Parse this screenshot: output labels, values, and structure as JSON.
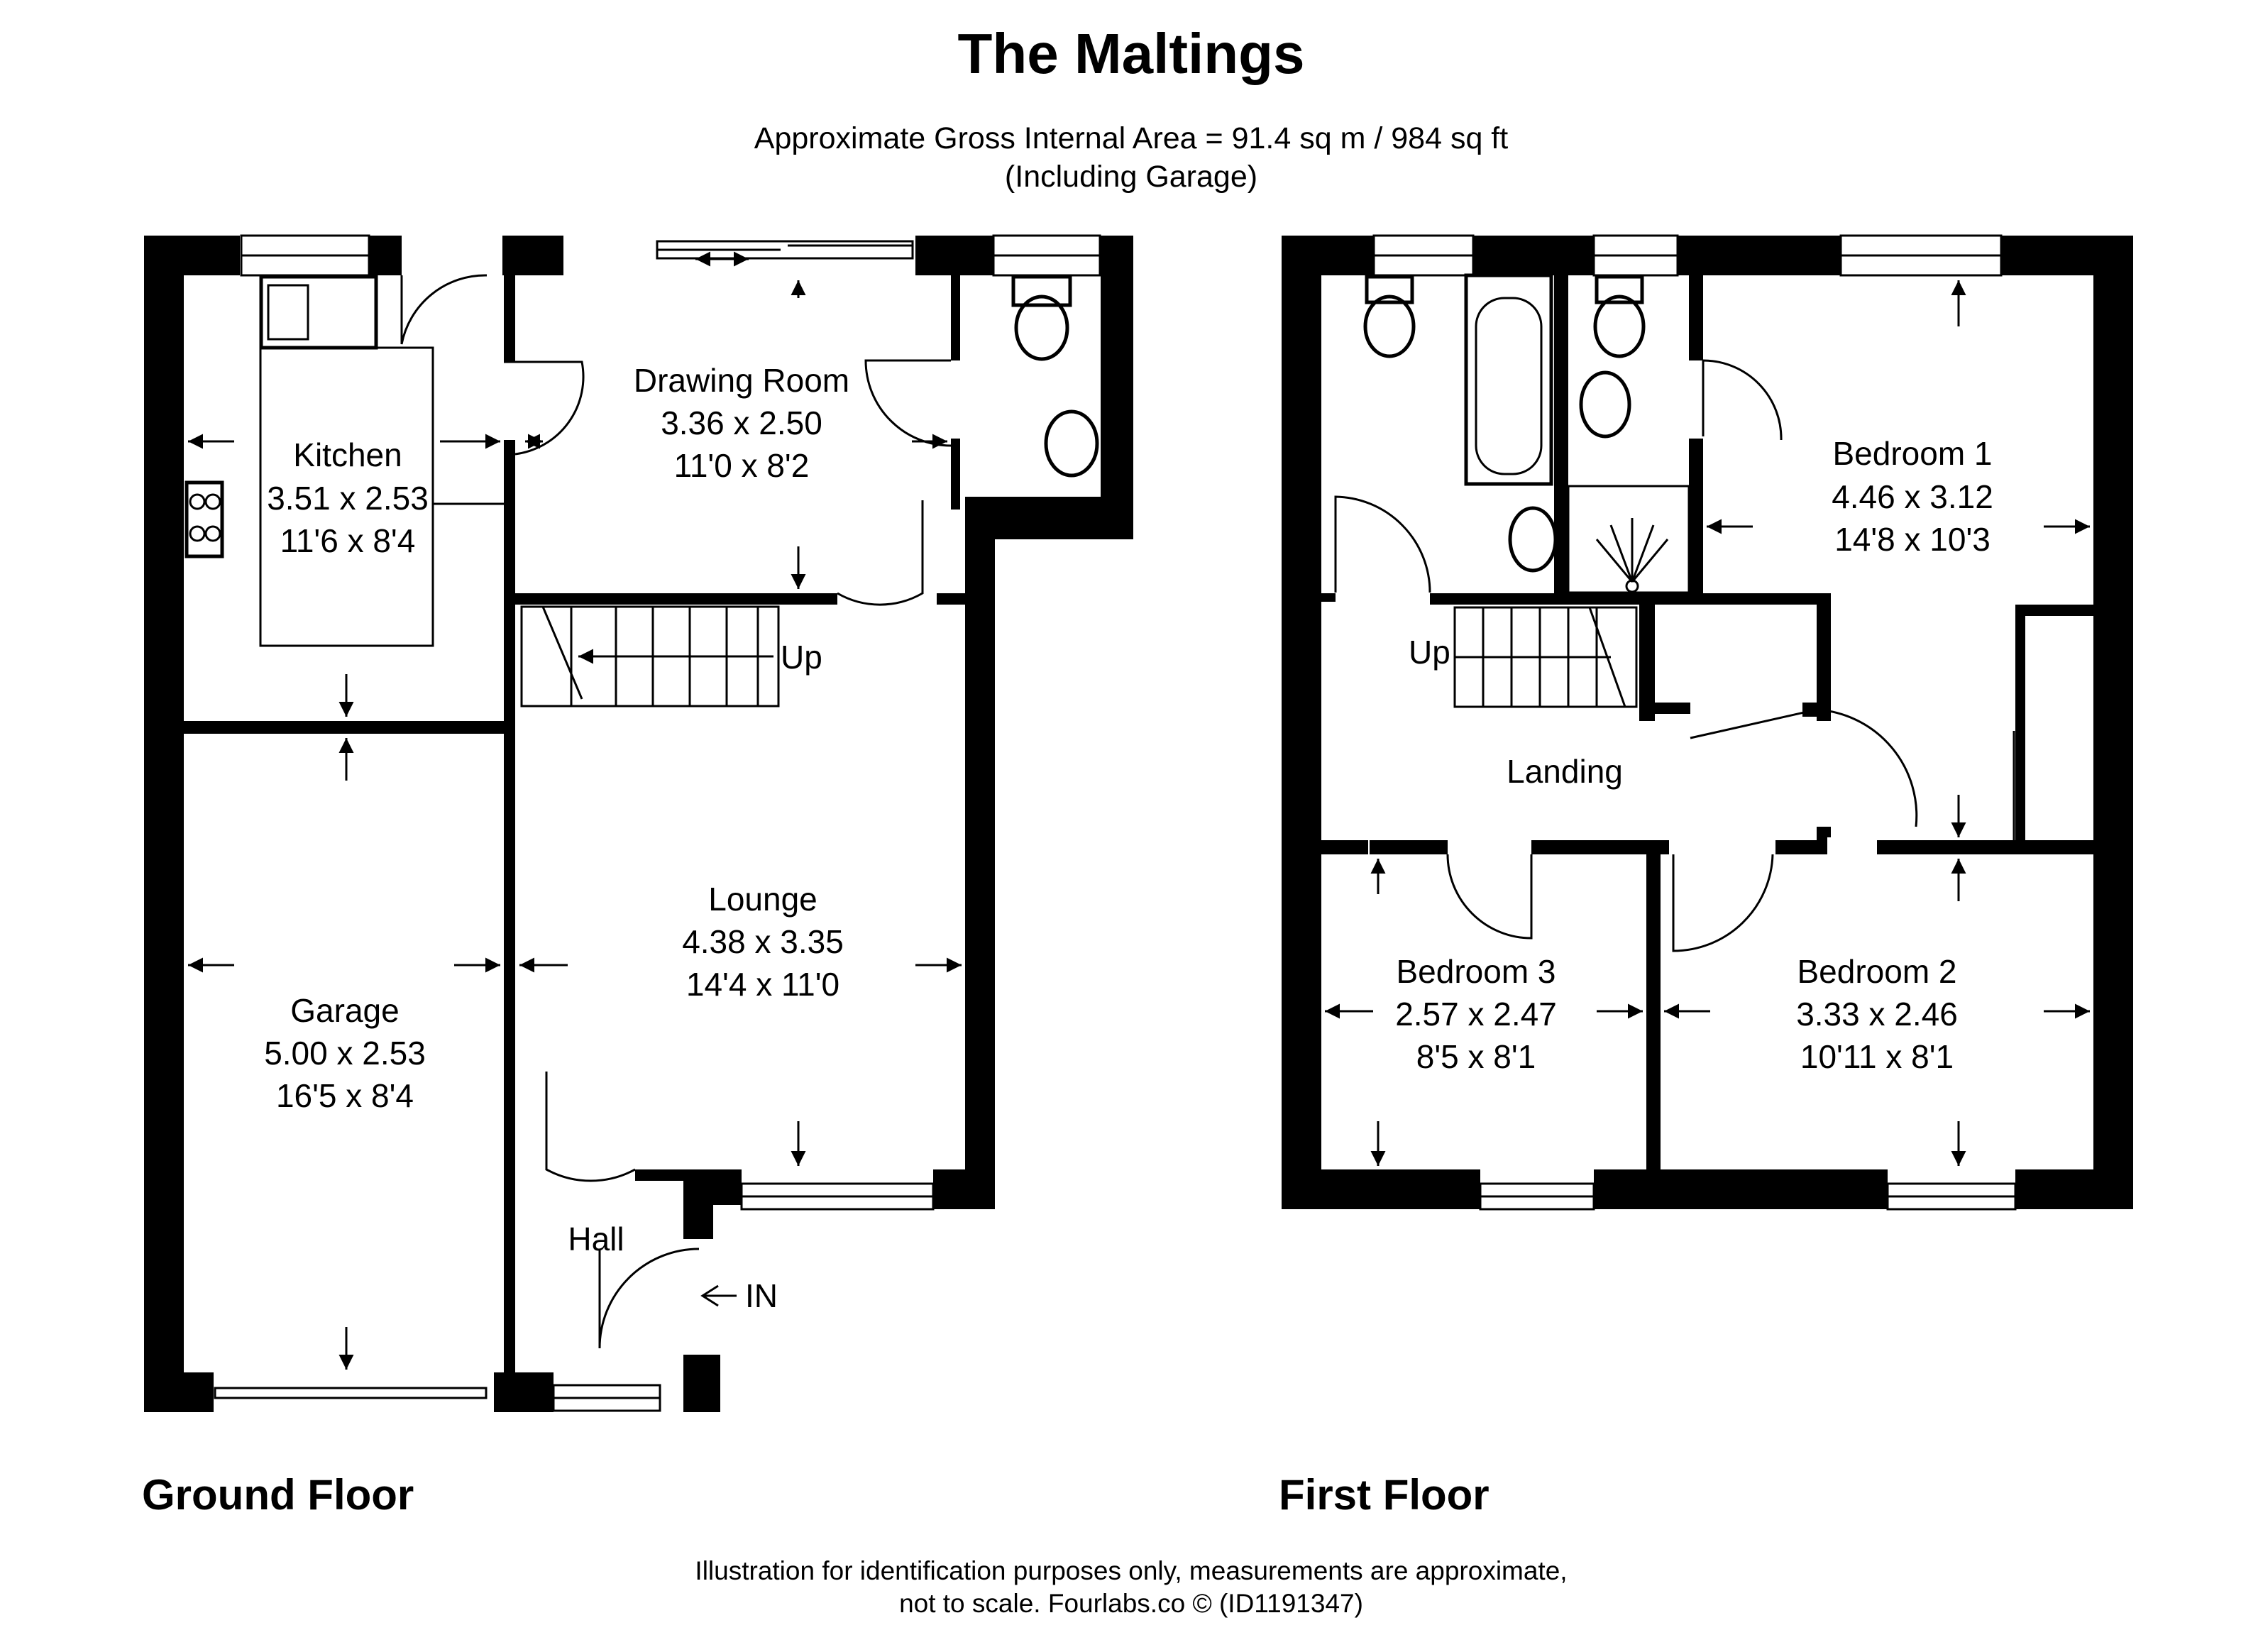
{
  "header": {
    "title": "The Maltings",
    "area_line": "Approximate Gross Internal Area = 91.4 sq m / 984 sq ft",
    "area_note": "(Including Garage)"
  },
  "floors": {
    "ground": {
      "label": "Ground Floor",
      "rooms": [
        {
          "name": "Kitchen",
          "metric": "3.51 x 2.53",
          "imperial": "11'6 x 8'4"
        },
        {
          "name": "Drawing Room",
          "metric": "3.36 x 2.50",
          "imperial": "11'0 x 8'2"
        },
        {
          "name": "Garage",
          "metric": "5.00 x 2.53",
          "imperial": "16'5 x 8'4"
        },
        {
          "name": "Lounge",
          "metric": "4.38 x 3.35",
          "imperial": "14'4 x 11'0"
        },
        {
          "name": "Hall"
        }
      ],
      "stairs_label": "Up",
      "entrance_label": "IN"
    },
    "first": {
      "label": "First Floor",
      "rooms": [
        {
          "name": "Bedroom 1",
          "metric": "4.46 x 3.12",
          "imperial": "14'8 x 10'3"
        },
        {
          "name": "Landing"
        },
        {
          "name": "Bedroom 3",
          "metric": "2.57 x 2.47",
          "imperial": "8'5 x 8'1"
        },
        {
          "name": "Bedroom 2",
          "metric": "3.33 x 2.46",
          "imperial": "10'11 x 8'1"
        }
      ],
      "stairs_label": "Up"
    }
  },
  "footer": {
    "line1": "Illustration for identification purposes only, measurements are approximate,",
    "line2": "not to scale. Fourlabs.co © (ID1191347)"
  }
}
